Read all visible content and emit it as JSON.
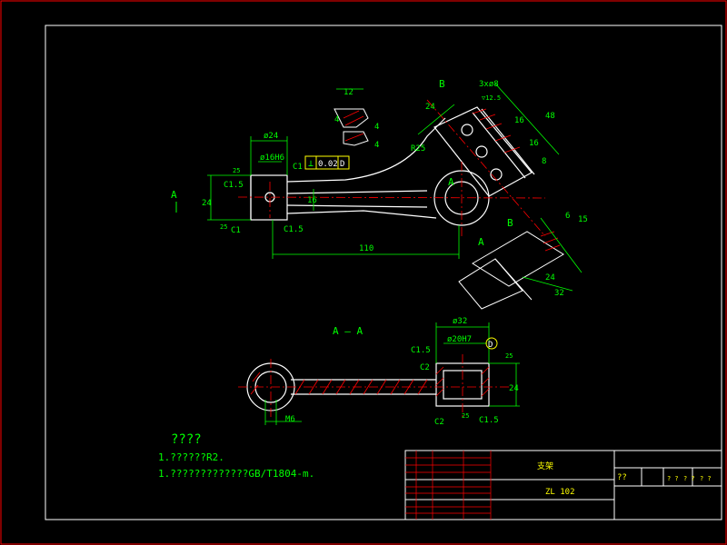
{
  "colors": {
    "background": "#000000",
    "outline": "#ffffff",
    "dimension": "#00ff00",
    "border": "#ff0000",
    "center_line": "#ff0000",
    "hatch": "#ff0000",
    "label_cyan": "#00ffff",
    "highlight": "#ffff00",
    "notes": "#00ff00",
    "titleblock_text": "#ffff00"
  },
  "view_labels": {
    "section_a": "A",
    "view_b": "B",
    "view_a_arrow": "A",
    "view_b_arrow": "B",
    "section_title": "A — A",
    "center_a": "A"
  },
  "dims": {
    "d12": "12",
    "d4a": "4",
    "d4b": "4",
    "d4c": "4",
    "dia24": "ø24",
    "dia16h6": "ø16H6",
    "c1_5_top": "C1.5",
    "c1_top": "C1",
    "c1_bot": "C1",
    "c1_5_bot": "C1.5",
    "d24_left": "24",
    "d16": "16",
    "d110": "110",
    "r25": "R25",
    "d24_top": "24",
    "holes": "3xø8",
    "holes_sub": "▽12.5",
    "d16a": "16",
    "d16b": "16",
    "d8": "8",
    "d48": "48",
    "d6": "6",
    "d15": "15",
    "d24_b": "24",
    "d32_b": "32",
    "tol_frame": "⊥",
    "tol_value": "0.02",
    "tol_datum": "D",
    "roughness_a": "25",
    "roughness_b": "25",
    "dia32": "ø32",
    "dia20h7": "ø20H7",
    "datum_d": "D",
    "c1_5_sec": "C1.5",
    "c2_sec_top": "C2",
    "c2_sec_bot": "C2",
    "c1_5_sec_bot": "C1.5",
    "d24_sec": "24",
    "m6": "M6",
    "roughness_c": "25",
    "roughness_d": "25"
  },
  "notes": {
    "heading": "????",
    "line1": "1.??????R2.",
    "line2": "1.?????????????GB/T1804-m."
  },
  "title_block": {
    "part_name": "支架",
    "drawing_no": "ZL 102",
    "material_label": "??",
    "cells_small": [
      "? ?",
      "? ?",
      "? ?"
    ]
  }
}
